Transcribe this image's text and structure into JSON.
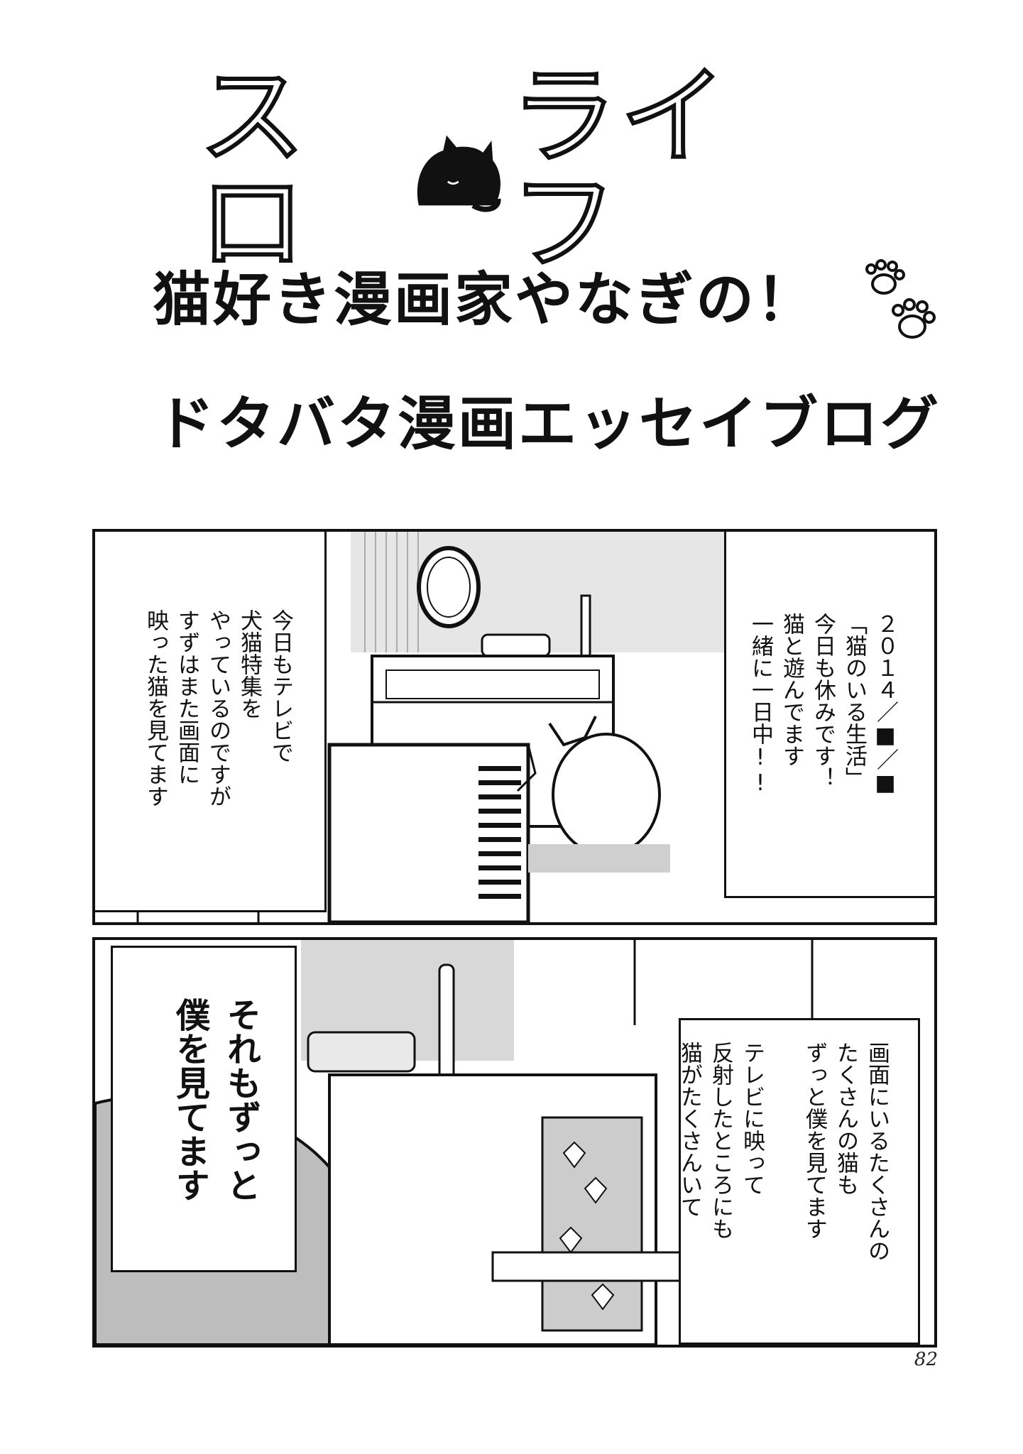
{
  "title": {
    "part_before": "スロ",
    "part_after": "ライフ",
    "logo_icon": "sleeping-black-cat-icon"
  },
  "subtitle_line1": "猫好き漫画家やなぎの！",
  "subtitle_line1_icon": "paw-prints-icon",
  "subtitle_line2": "ドタバタ漫画エッセイブログ",
  "panel1": {
    "caption_right": {
      "date": "２０１４／■／■",
      "heading": "「猫のいる生活」",
      "lines": [
        "今日も休みです！",
        "猫と遊んでます",
        "一緒に一日中!!"
      ]
    },
    "caption_left": {
      "lines": [
        "今日もテレビで",
        "犬猫特集を",
        "やっているのですが",
        "すずはまた画面に",
        "映った猫を見てます"
      ]
    }
  },
  "panel2": {
    "caption_left": {
      "lines": [
        "それもずっと",
        "僕を見てます"
      ]
    },
    "caption_right": {
      "lines": [
        "画面にいるたくさんの",
        "たくさんの猫も",
        "ずっと僕を見てます",
        "",
        "テレビに映って",
        "反射したところにも",
        "猫がたくさんいて"
      ]
    }
  },
  "page_number": "82"
}
